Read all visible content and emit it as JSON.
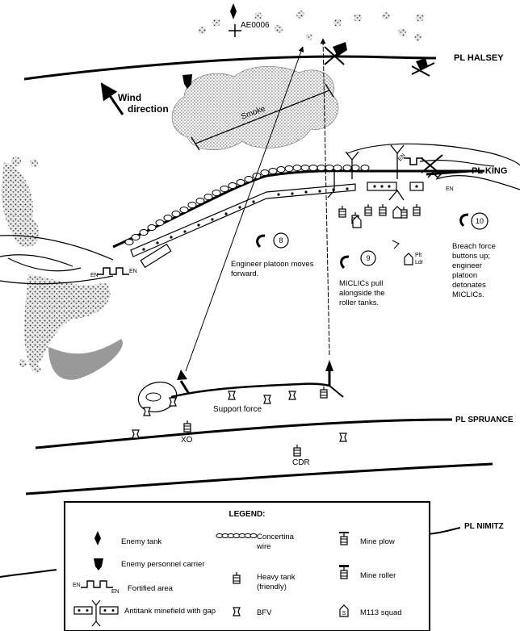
{
  "phase_lines": {
    "halsey": "PL HALSEY",
    "king": "PL KING",
    "spruance": "PL SPRUANCE",
    "nimitz": "PL NIMITZ"
  },
  "map_labels": {
    "target": "AE0006",
    "wind_line1": "Wind",
    "wind_line2": "direction",
    "smoke": "Smoke",
    "support_force": "Support force",
    "xo": "XO",
    "cdr": "CDR",
    "plt_ldr_line1": "Plt",
    "plt_ldr_line2": "Ldr",
    "en": "EN",
    "squad_symbol": "S"
  },
  "steps": [
    {
      "number": "8",
      "lines": [
        "Engineer platoon moves",
        "forward."
      ]
    },
    {
      "number": "9",
      "lines": [
        "MICLICs pull",
        "alongside the",
        "roller tanks."
      ]
    },
    {
      "number": "10",
      "lines": [
        "Breach force",
        "buttons up;",
        "engineer",
        "platoon",
        "detonates",
        "MICLICs."
      ]
    }
  ],
  "legend": {
    "title": "LEGEND:",
    "enemy_tank": "Enemy tank",
    "enemy_pc": "Enemy personnel carrier",
    "fortified": "Fortified area",
    "minefield": "Antitank minefield with gap",
    "concertina_1": "Concertina",
    "concertina_2": "wire",
    "heavy_tank_1": "Heavy tank",
    "heavy_tank_2": "(friendly)",
    "bfv": "BFV",
    "mine_plow": "Mine plow",
    "mine_roller": "Mine roller",
    "m113": "M113 squad"
  }
}
